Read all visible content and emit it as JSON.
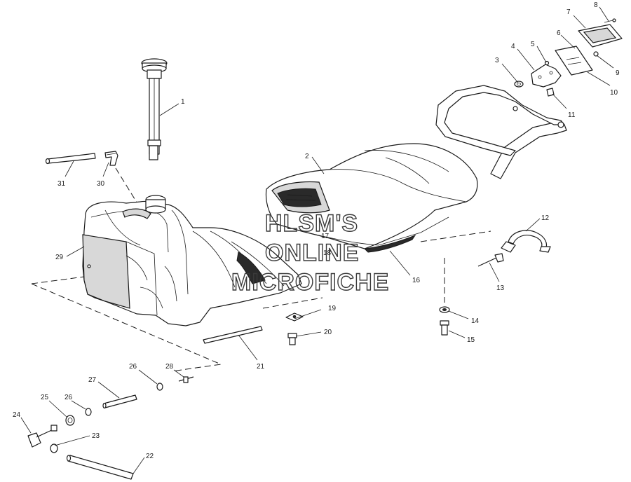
{
  "watermark": {
    "line1": "HLSM'S",
    "line2": "ONLINE",
    "line3": "MICROFICHE"
  },
  "callouts": {
    "c1": "1",
    "c2": "2",
    "c3": "3",
    "c4": "4",
    "c5": "5",
    "c6": "6",
    "c7": "7",
    "c8": "8",
    "c9": "9",
    "c10": "10",
    "c11": "11",
    "c12": "12",
    "c13": "13",
    "c14": "14",
    "c15": "15",
    "c16": "16",
    "c17": "17",
    "c18": "18",
    "c19": "19",
    "c20": "20",
    "c21": "21",
    "c22": "22",
    "c23": "23",
    "c24": "24",
    "c25": "25",
    "c26a": "26",
    "c26b": "26",
    "c27": "27",
    "c28": "28",
    "c29": "29",
    "c30": "30",
    "c31": "31"
  }
}
